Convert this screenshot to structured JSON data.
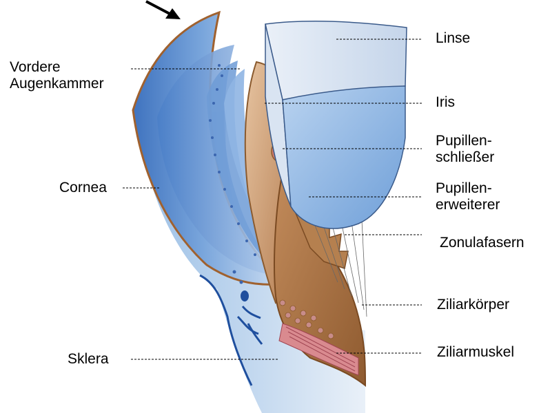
{
  "labels": {
    "vordere_line1": "Vordere",
    "vordere_line2": "Augenkammer",
    "cornea": "Cornea",
    "sklera": "Sklera",
    "linse": "Linse",
    "iris": "Iris",
    "pupillenschliesser_line1": "Pupillen-",
    "pupillenschliesser_line2": "schließer",
    "pupillenerweiterer_line1": "Pupillen-",
    "pupillenerweiterer_line2": "erweiterer",
    "zonulafasern": "Zonulafasern",
    "ziliarkoerper": "Ziliarkörper",
    "ziliarmuskel": "Ziliarmuskel"
  },
  "colors": {
    "cornea_blue": "#5a8fd0",
    "cornea_light": "#c8dcf2",
    "lens_face": "#9fc2ea",
    "lens_top": "#eef2f8",
    "iris_tan": "#c99a72",
    "ciliary_brown": "#a5703f",
    "muscle_red": "#c9606a",
    "outline_brown": "#8a5a2e",
    "vessel_blue": "#1f4f9e"
  }
}
